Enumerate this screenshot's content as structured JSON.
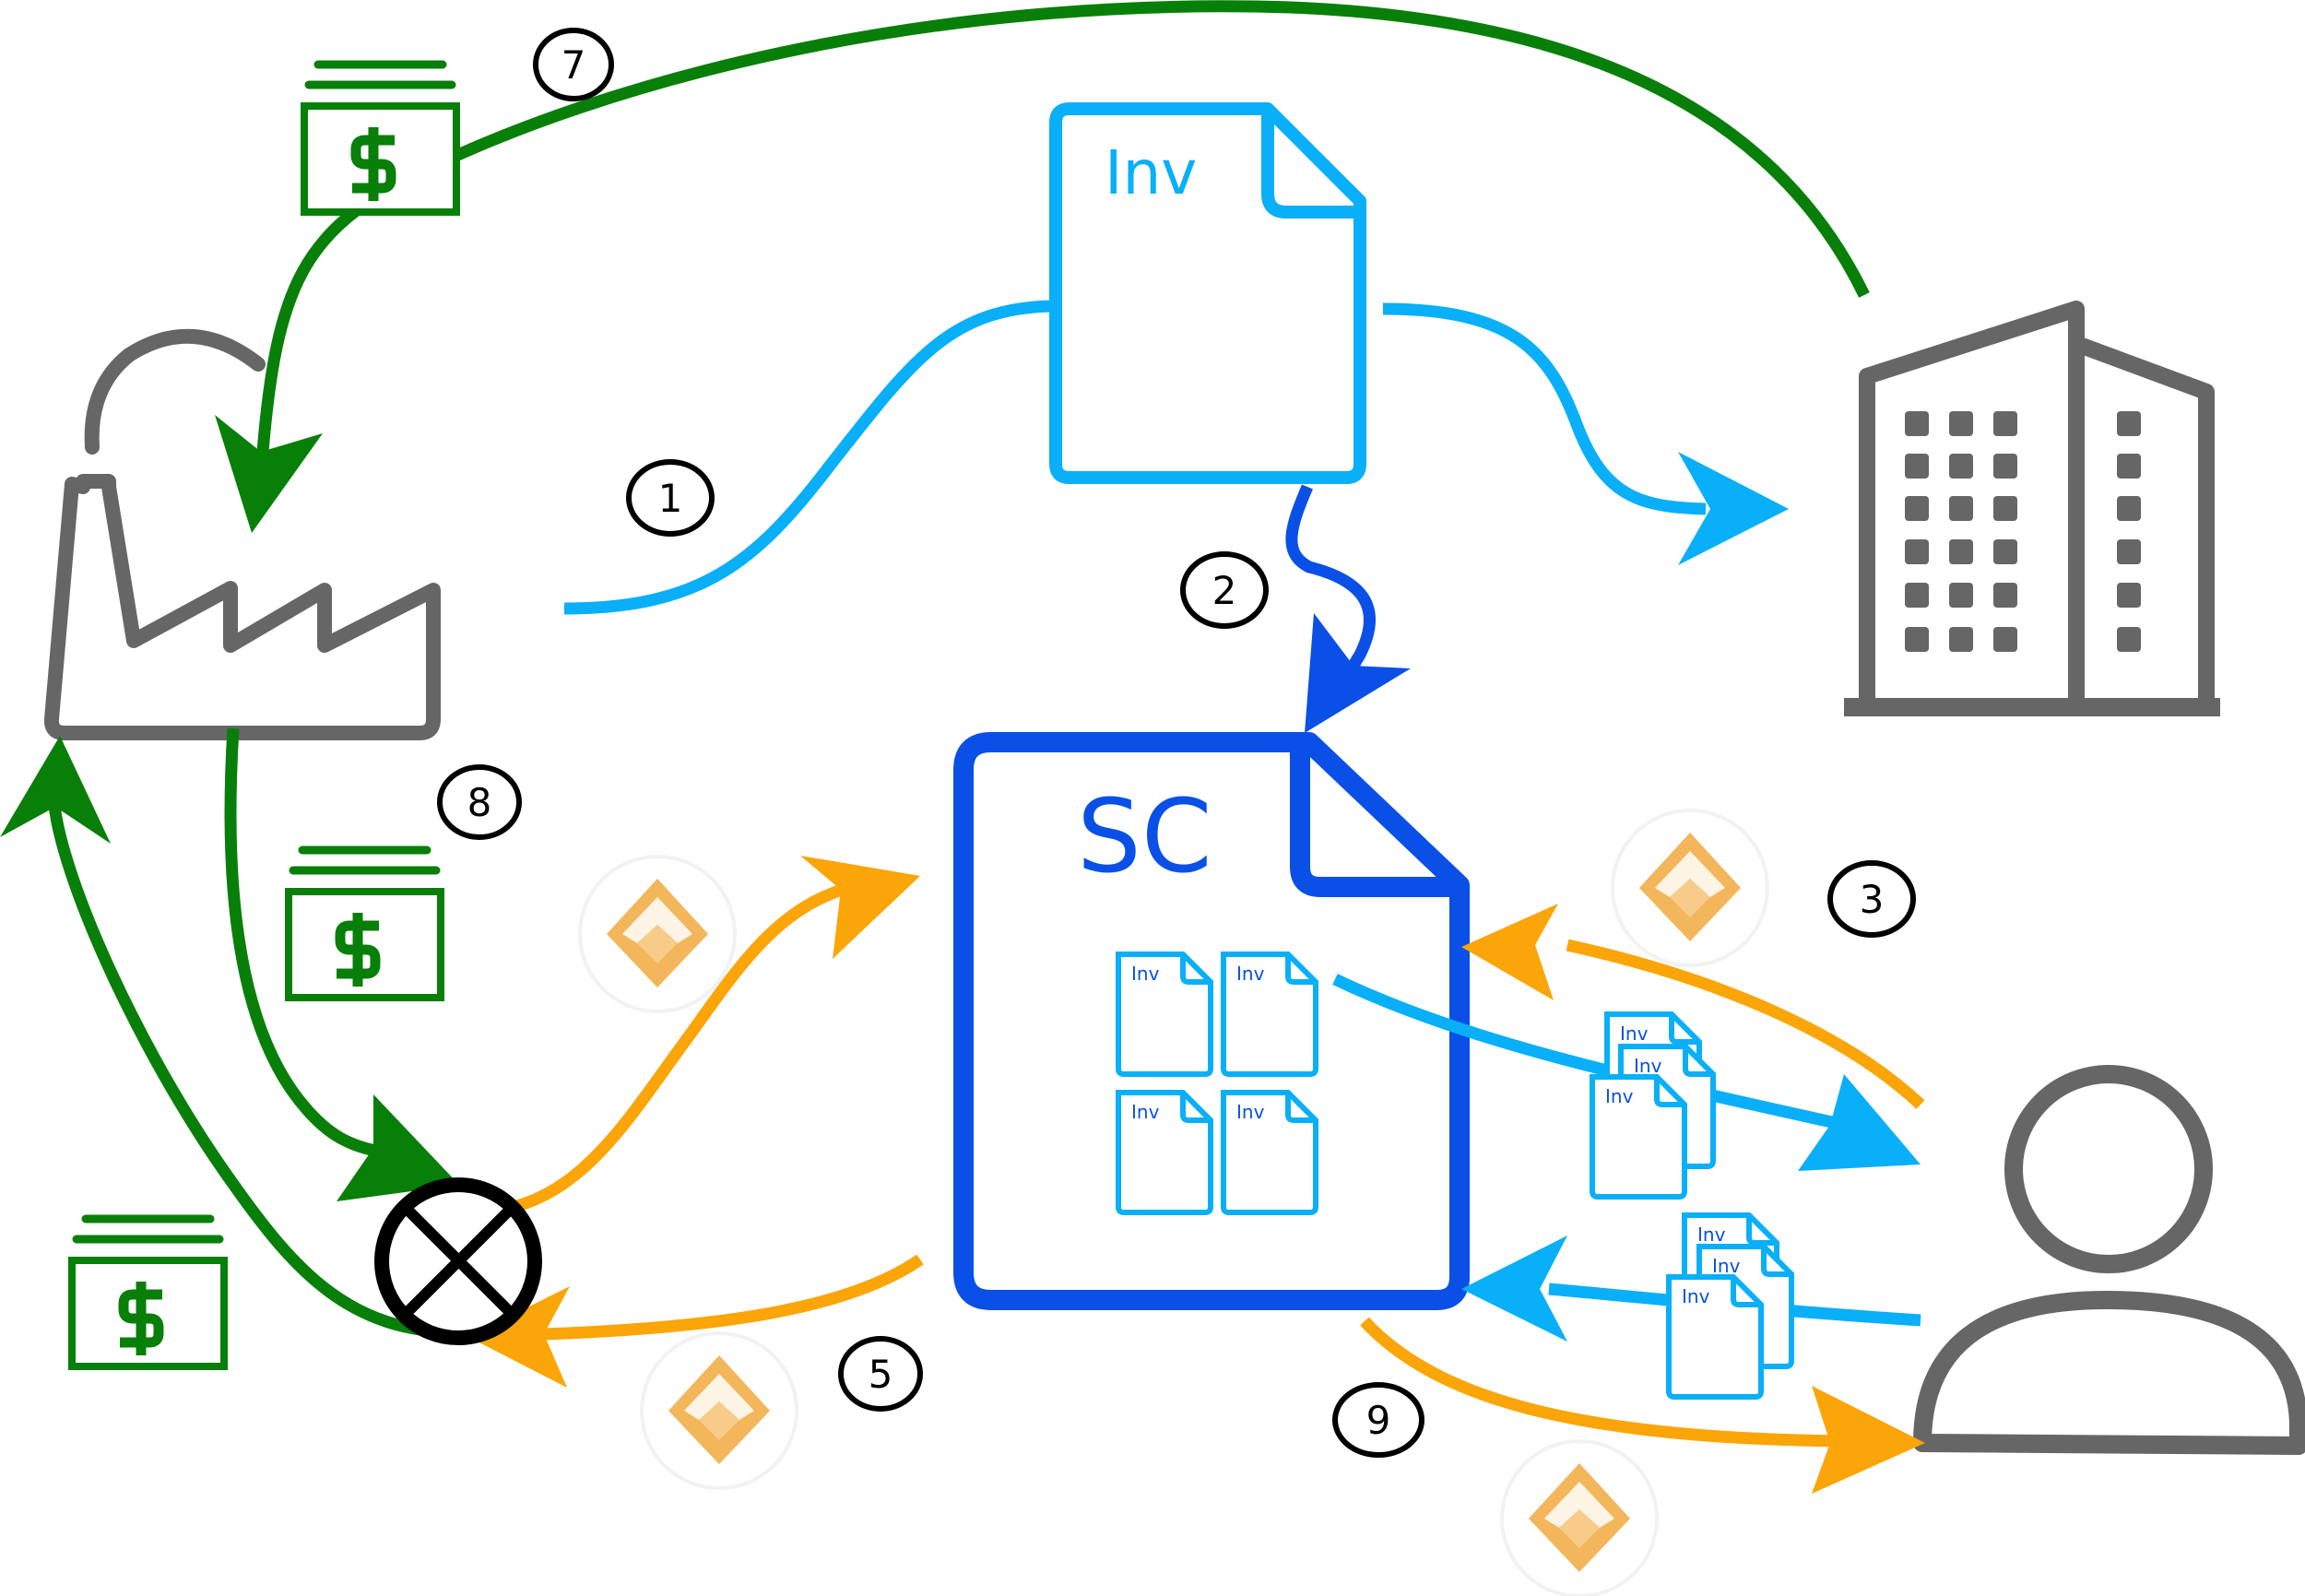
{
  "documents": {
    "invoice_label": "Inv",
    "smart_contract_label": "SC"
  },
  "steps": [
    "1",
    "2",
    "3",
    "5",
    "7",
    "8",
    "9"
  ],
  "colors": {
    "gray": "#666666",
    "green": "#087f08",
    "light_blue": "#09aff8",
    "dark_blue": "#0a50e6",
    "orange": "#fba508",
    "token_orange": "#f3b65a",
    "black": "#000000"
  },
  "icons": [
    "factory-icon",
    "office-building-icon",
    "person-icon",
    "cash-icon",
    "invoice-icon",
    "smart-contract-icon",
    "token-icon",
    "exchange-cross-icon"
  ]
}
